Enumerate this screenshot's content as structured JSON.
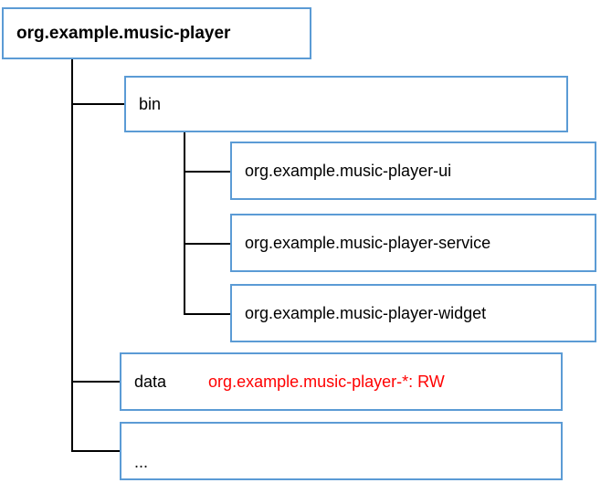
{
  "diagram": {
    "type": "tree",
    "title": "org.example.music-player",
    "root": {
      "label": "org.example.music-player"
    },
    "nodes": [
      {
        "id": "bin",
        "label": "bin",
        "level": 1
      },
      {
        "id": "bin-ui",
        "label": "org.example.music-player-ui",
        "level": 2
      },
      {
        "id": "bin-service",
        "label": "org.example.music-player-service",
        "level": 2
      },
      {
        "id": "bin-widget",
        "label": "org.example.music-player-widget",
        "level": 2
      },
      {
        "id": "data",
        "label": "data",
        "level": 1,
        "annotation": "org.example.music-player-*:  RW"
      },
      {
        "id": "more",
        "label": "...",
        "level": 1
      }
    ],
    "colors": {
      "box_border": "#5b9bd5",
      "box_fill": "#ffffff",
      "connector": "#000000",
      "text": "#000000",
      "permission_text": "#ff0000"
    }
  }
}
